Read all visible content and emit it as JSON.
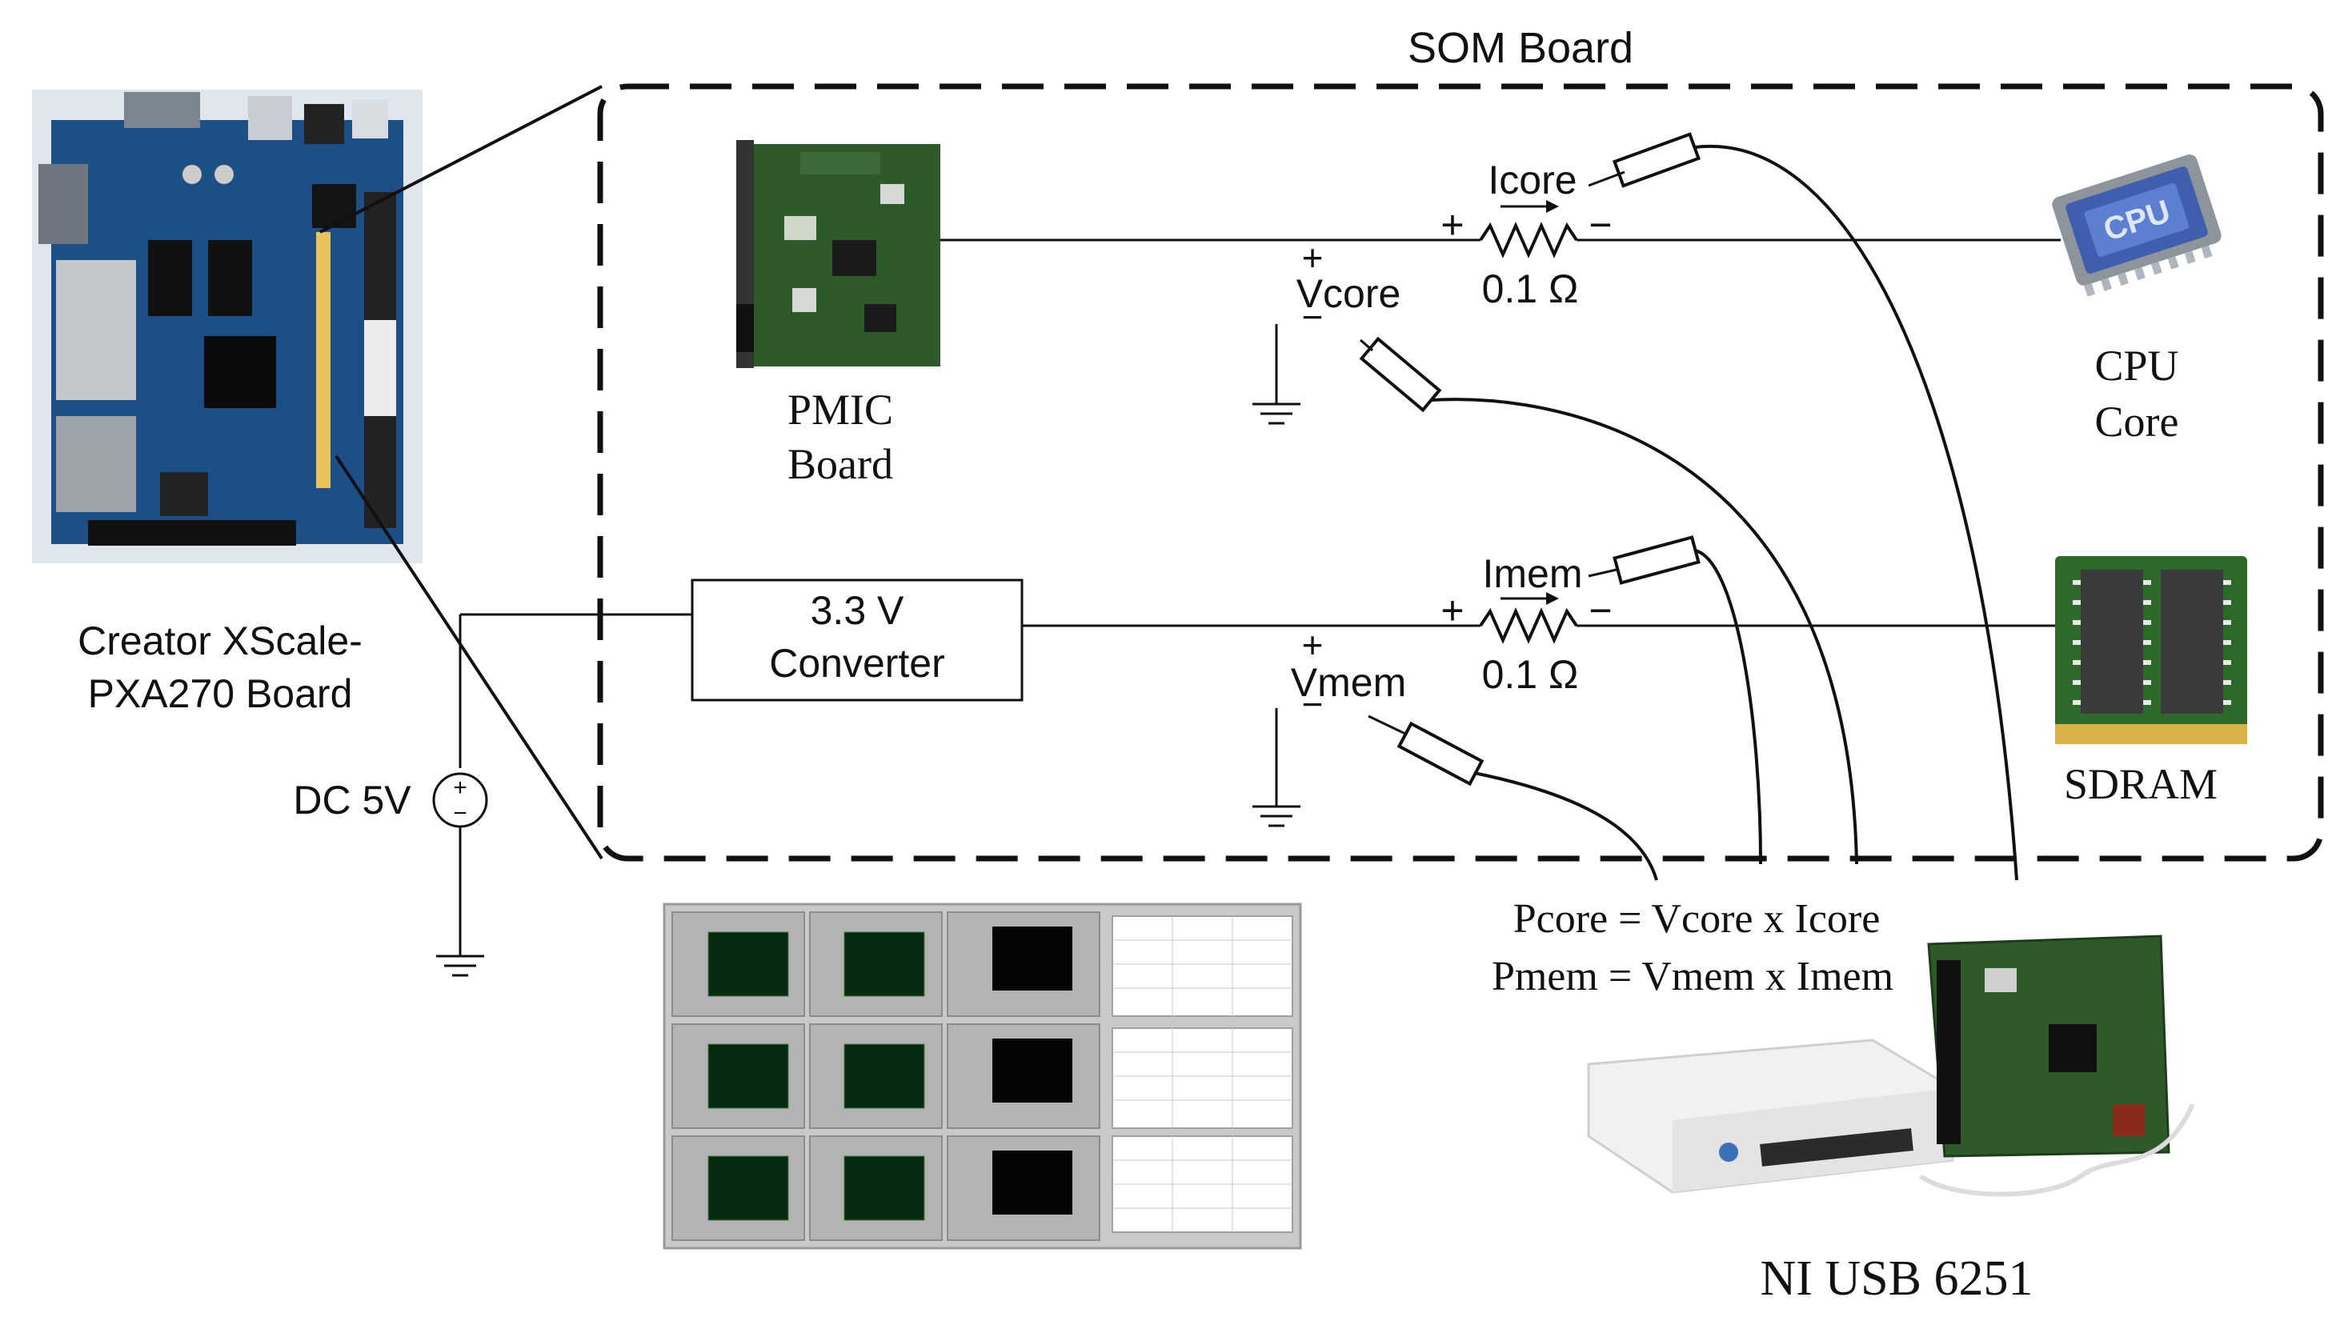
{
  "diagram": {
    "som_board_title": "SOM Board",
    "creator_board": {
      "line1": "Creator XScale-",
      "line2": "PXA270 Board"
    },
    "pmic_board": {
      "line1": "PMIC",
      "line2": "Board"
    },
    "cpu_core": {
      "line1": "CPU",
      "line2": "Core",
      "chip_text": "CPU"
    },
    "sdram": {
      "label": "SDRAM"
    },
    "converter": {
      "line1": "3.3 V",
      "line2": "Converter"
    },
    "dc_source": {
      "label": "DC 5V",
      "plus": "+",
      "minus": "−"
    },
    "core_branch": {
      "current_label": "Icore",
      "voltage_label": "Vcore",
      "resistor_value": "0.1 Ω",
      "plus": "+",
      "minus": "−"
    },
    "mem_branch": {
      "current_label": "Imem",
      "voltage_label": "Vmem",
      "resistor_value": "0.1 Ω",
      "plus": "+",
      "minus": "−"
    },
    "equations": {
      "pcore": "Pcore = Vcore x  Icore",
      "pmem": "Pmem = Vmem x  Imem"
    },
    "daq": {
      "label": "NI USB 6251"
    }
  },
  "colors": {
    "line": "#111111",
    "pcb_blue": "#1d4f86",
    "pcb_green": "#2e5a2a",
    "monitor_bg": "#c9c9c9",
    "screen_dark": "#062a10"
  }
}
